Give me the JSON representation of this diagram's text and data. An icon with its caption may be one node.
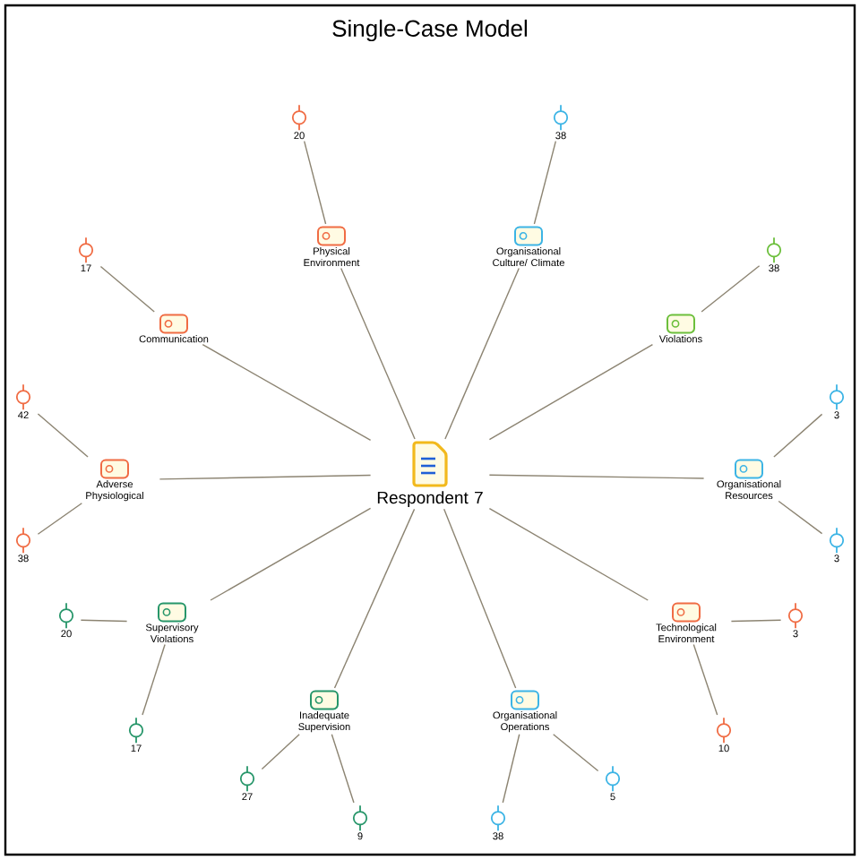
{
  "diagram": {
    "title": "Single-Case Model",
    "nodes": [
      {
        "text": [
          "Respondent 7"
        ]
      },
      {
        "text": [
          "Physical Environment"
        ]
      },
      {
        "text": [
          "Organisational Culture/ Climate"
        ]
      },
      {
        "text": [
          "Communication"
        ]
      },
      {
        "text": [
          "Violations"
        ]
      },
      {
        "text": [
          "Adverse Physiological"
        ]
      },
      {
        "text": [
          "Organisational Resources"
        ]
      },
      {
        "text": [
          "Supervisory Violations"
        ]
      },
      {
        "text": [
          "Technological Environment"
        ]
      },
      {
        "text": [
          "Inadequate Supervision"
        ]
      },
      {
        "text": [
          "Organisational Operations"
        ]
      },
      {
        "text": [
          "20"
        ]
      },
      {
        "text": [
          "38"
        ]
      },
      {
        "text": [
          "17"
        ]
      },
      {
        "text": [
          "38"
        ]
      },
      {
        "text": [
          "42"
        ]
      },
      {
        "text": [
          "38"
        ]
      },
      {
        "text": [
          "3"
        ]
      },
      {
        "text": [
          "3"
        ]
      },
      {
        "text": [
          "20"
        ]
      },
      {
        "text": [
          "17"
        ]
      },
      {
        "text": [
          "3"
        ]
      },
      {
        "text": [
          "10"
        ]
      },
      {
        "text": [
          "27"
        ]
      },
      {
        "text": [
          "9"
        ]
      },
      {
        "text": [
          "38"
        ]
      },
      {
        "text": [
          "5"
        ]
      }
    ],
    "edges": [
      {
        "from": 0,
        "to": 1,
        "arrow": "none"
      },
      {
        "from": 0,
        "to": 2,
        "arrow": "none"
      },
      {
        "from": 0,
        "to": 3,
        "arrow": "none"
      },
      {
        "from": 0,
        "to": 4,
        "arrow": "none"
      },
      {
        "from": 0,
        "to": 5,
        "arrow": "none"
      },
      {
        "from": 0,
        "to": 6,
        "arrow": "none"
      },
      {
        "from": 0,
        "to": 7,
        "arrow": "none"
      },
      {
        "from": 0,
        "to": 8,
        "arrow": "none"
      },
      {
        "from": 0,
        "to": 9,
        "arrow": "none"
      },
      {
        "from": 0,
        "to": 10,
        "arrow": "none"
      },
      {
        "from": 1,
        "to": 11,
        "arrow": "none"
      },
      {
        "from": 2,
        "to": 12,
        "arrow": "none"
      },
      {
        "from": 3,
        "to": 13,
        "arrow": "none"
      },
      {
        "from": 4,
        "to": 14,
        "arrow": "none"
      },
      {
        "from": 5,
        "to": 15,
        "arrow": "none"
      },
      {
        "from": 5,
        "to": 16,
        "arrow": "none"
      },
      {
        "from": 6,
        "to": 17,
        "arrow": "none"
      },
      {
        "from": 6,
        "to": 18,
        "arrow": "none"
      },
      {
        "from": 7,
        "to": 19,
        "arrow": "none"
      },
      {
        "from": 7,
        "to": 20,
        "arrow": "none"
      },
      {
        "from": 8,
        "to": 21,
        "arrow": "none"
      },
      {
        "from": 8,
        "to": 22,
        "arrow": "none"
      },
      {
        "from": 9,
        "to": 23,
        "arrow": "none"
      },
      {
        "from": 9,
        "to": 24,
        "arrow": "none"
      },
      {
        "from": 10,
        "to": 25,
        "arrow": "none"
      },
      {
        "from": 10,
        "to": 26,
        "arrow": "none"
      }
    ]
  }
}
